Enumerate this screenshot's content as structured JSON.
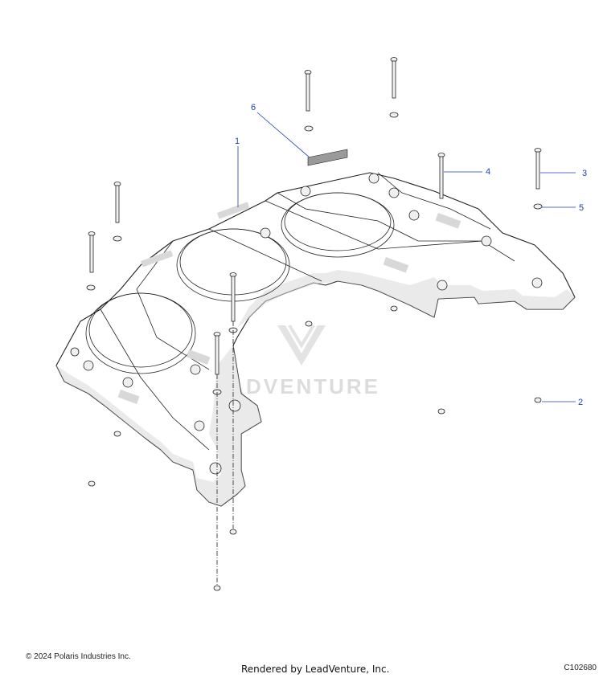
{
  "diagram": {
    "callouts": [
      {
        "id": "1",
        "label": "1"
      },
      {
        "id": "2",
        "label": "2"
      },
      {
        "id": "3",
        "label": "3"
      },
      {
        "id": "4",
        "label": "4"
      },
      {
        "id": "5",
        "label": "5"
      },
      {
        "id": "6",
        "label": "6"
      }
    ],
    "watermark": "LEADVENTURE"
  },
  "footer": {
    "copyright": "© 2024 Polaris Industries Inc.",
    "rendered_by": "Rendered by LeadVenture, Inc.",
    "code": "C102680"
  }
}
